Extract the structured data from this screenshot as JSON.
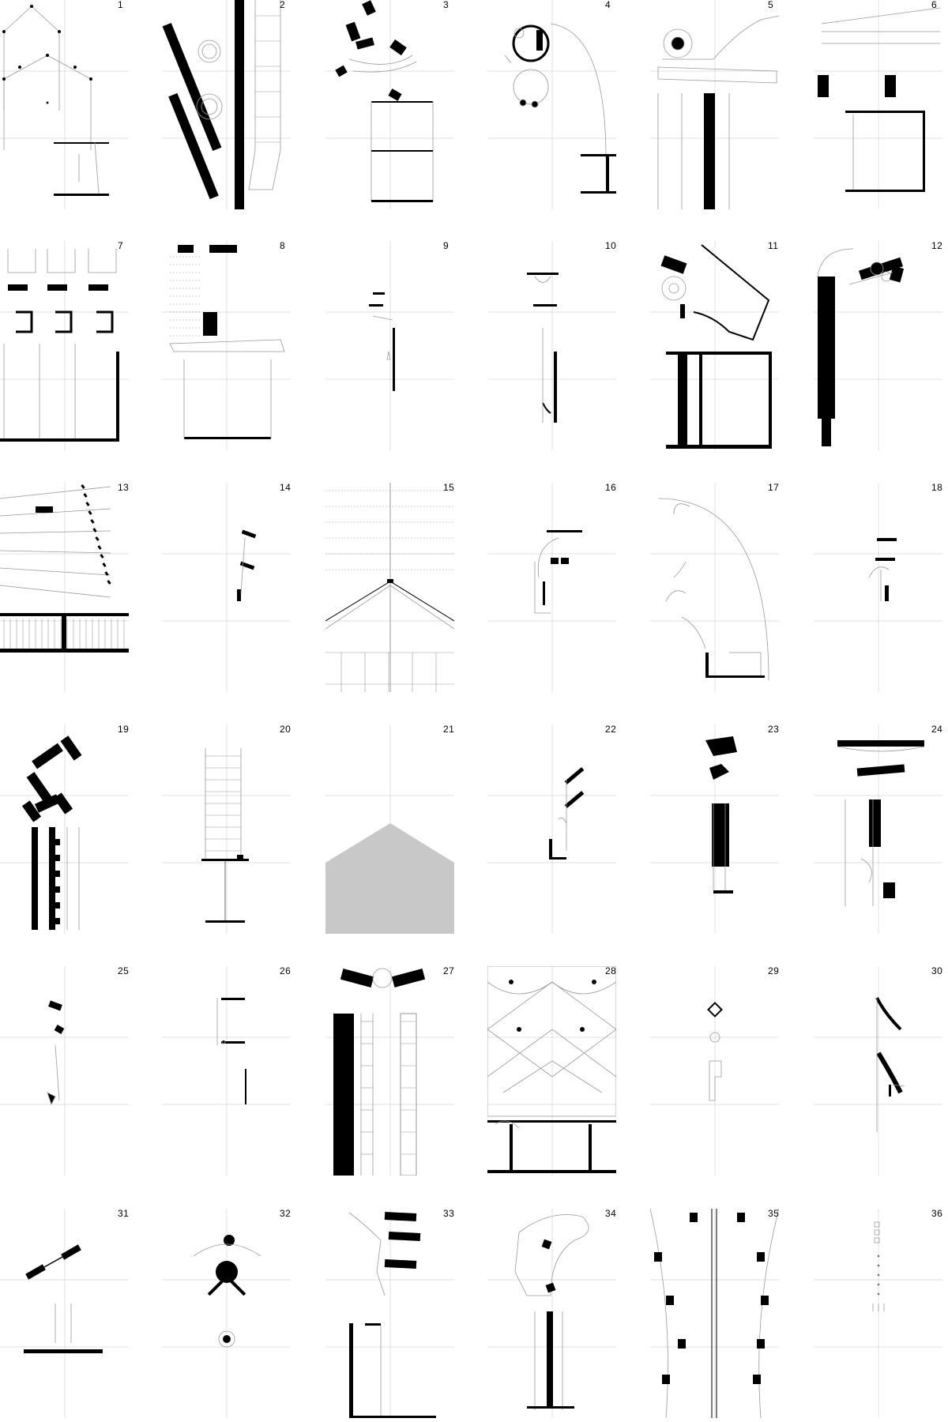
{
  "sheet": {
    "panels": [
      {
        "number": "1",
        "motif": "gothic-arch-section"
      },
      {
        "number": "2",
        "motif": "tilted-slab-and-column"
      },
      {
        "number": "3",
        "motif": "scattered-blocks-curved-stair"
      },
      {
        "number": "4",
        "motif": "round-stair-plan"
      },
      {
        "number": "5",
        "motif": "column-cap-wave-roof"
      },
      {
        "number": "6",
        "motif": "stair-and-frame"
      },
      {
        "number": "7",
        "motif": "repeating-frames"
      },
      {
        "number": "8",
        "motif": "roof-plan-with-wall"
      },
      {
        "number": "9",
        "motif": "minimal-pier"
      },
      {
        "number": "10",
        "motif": "pier-with-arcs"
      },
      {
        "number": "11",
        "motif": "column-with-rotated-beam"
      },
      {
        "number": "12",
        "motif": "tall-pier-and-bracket"
      },
      {
        "number": "13",
        "motif": "fan-roof-and-floor"
      },
      {
        "number": "14",
        "motif": "small-fragments"
      },
      {
        "number": "15",
        "motif": "gable-truss"
      },
      {
        "number": "16",
        "motif": "small-joint"
      },
      {
        "number": "17",
        "motif": "arcs-and-base"
      },
      {
        "number": "18",
        "motif": "stacked-bars"
      },
      {
        "number": "19",
        "motif": "rotated-i-beams"
      },
      {
        "number": "20",
        "motif": "ladder-tower"
      },
      {
        "number": "21",
        "motif": "grey-house-silhouette"
      },
      {
        "number": "22",
        "motif": "diagonal-bars"
      },
      {
        "number": "23",
        "motif": "curved-bracket-pier"
      },
      {
        "number": "24",
        "motif": "layered-cap-pier"
      },
      {
        "number": "25",
        "motif": "small-shards"
      },
      {
        "number": "26",
        "motif": "thin-rod-connection"
      },
      {
        "number": "27",
        "motif": "bow-tie-beam-and-wall"
      },
      {
        "number": "28",
        "motif": "lattice-grid"
      },
      {
        "number": "29",
        "motif": "diamond-circle-post"
      },
      {
        "number": "30",
        "motif": "curved-cantilever"
      },
      {
        "number": "31",
        "motif": "diagonal-rod-on-base"
      },
      {
        "number": "32",
        "motif": "ball-joints"
      },
      {
        "number": "33",
        "motif": "stacked-tilted-slabs"
      },
      {
        "number": "34",
        "motif": "bean-plan-and-column"
      },
      {
        "number": "35",
        "motif": "vaulted-corridor"
      },
      {
        "number": "36",
        "motif": "dotted-column"
      }
    ]
  },
  "colors": {
    "ink": "#000000",
    "line": "#999999",
    "fill_grey": "#c8c8c8",
    "paper": "#ffffff"
  }
}
